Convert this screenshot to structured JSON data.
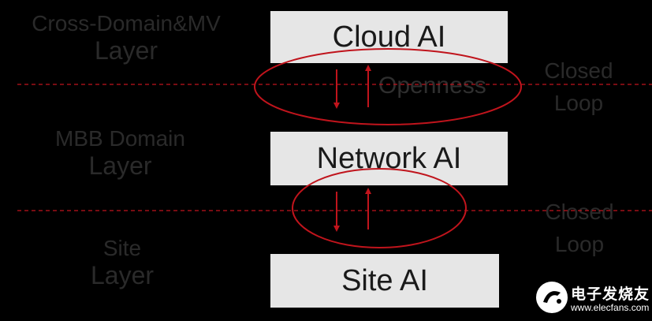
{
  "layers": {
    "top": {
      "line1": "Cross-Domain&MV",
      "line2": "Layer"
    },
    "middle": {
      "line1": "MBB Domain",
      "line2": "Layer"
    },
    "bottom": {
      "line1": "Site",
      "line2": "Layer"
    }
  },
  "boxes": {
    "cloud": "Cloud AI",
    "network": "Network AI",
    "site": "Site AI"
  },
  "openness_label": "Openness",
  "closed_loops": {
    "upper": {
      "line1": "Closed",
      "line2": "Loop"
    },
    "lower": {
      "line1": "Closed",
      "line2": "Loop"
    }
  },
  "watermark": {
    "text": "电子发烧友",
    "url": "www.elecfans.com"
  },
  "colors": {
    "background": "#000000",
    "box_fill": "#e6e6e6",
    "accent_red": "#c0141c",
    "dim_text": "#2a2a2a"
  }
}
